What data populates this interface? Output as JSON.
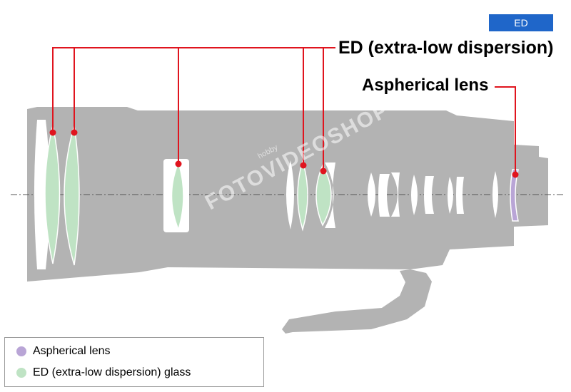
{
  "badge": {
    "label": "ED"
  },
  "callouts": {
    "ed": "ED (extra-low dispersion)",
    "aspherical": "Aspherical lens"
  },
  "watermark": {
    "main": "FOTOVIDEOSHOP",
    "sub": "hobby"
  },
  "legend": {
    "items": [
      {
        "label": "Aspherical lens",
        "color": "#b9a5d6"
      },
      {
        "label": "ED (extra-low dispersion) glass",
        "color": "#bfe3c4"
      }
    ]
  },
  "colors": {
    "body": "#b3b3b3",
    "ed_glass": "#bfe3c4",
    "aspherical_glass": "#b9a5d6",
    "callout_line": "#e0141e",
    "badge": "#1f66c9"
  }
}
